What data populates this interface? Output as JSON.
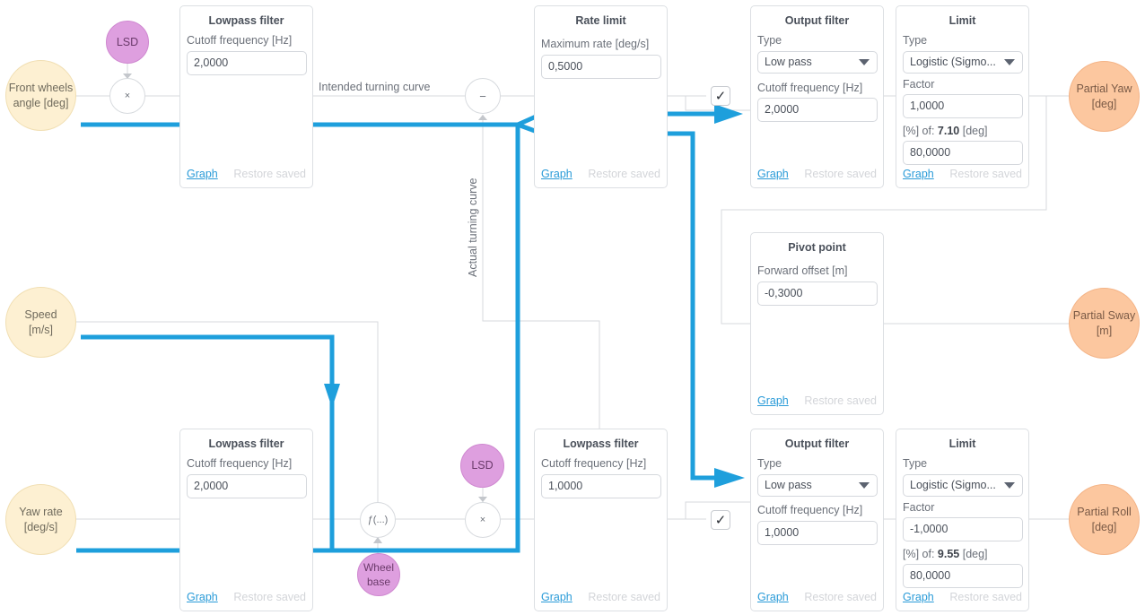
{
  "inputs": {
    "front_wheels": "Front wheels angle [deg]",
    "speed": "Speed [m/s]",
    "yaw_rate": "Yaw rate [deg/s]"
  },
  "outputs": {
    "partial_yaw": "Partial Yaw [deg]",
    "partial_sway": "Partial Sway [m]",
    "partial_roll": "Partial Roll [deg]"
  },
  "sources": {
    "lsd_top": "LSD",
    "lsd_bottom": "LSD",
    "wheel_base": "Wheel base"
  },
  "operators": {
    "multiply_top": "×",
    "subtract": "−",
    "function": "ƒ(...)",
    "multiply_bottom": "×"
  },
  "wire_labels": {
    "intended": "Intended turning curve",
    "actual": "Actual turning curve"
  },
  "common": {
    "graph": "Graph",
    "restore": "Restore saved",
    "check": "✓"
  },
  "lowpass_top": {
    "title": "Lowpass filter",
    "cutoff_label": "Cutoff frequency [Hz]",
    "cutoff_value": "2,0000"
  },
  "rate_limit": {
    "title": "Rate limit",
    "max_label": "Maximum rate [deg/s]",
    "max_value": "0,5000"
  },
  "output_filter_top": {
    "title": "Output filter",
    "type_label": "Type",
    "type_value": "Low pass",
    "cutoff_label": "Cutoff frequency [Hz]",
    "cutoff_value": "2,0000"
  },
  "limit_top": {
    "title": "Limit",
    "type_label": "Type",
    "type_value": "Logistic (Sigmo...",
    "factor_label": "Factor",
    "factor_value": "1,0000",
    "percent_prefix": "[%] of: ",
    "percent_value": "7.10",
    "percent_suffix": " [deg]",
    "percent_input": "80,0000"
  },
  "pivot": {
    "title": "Pivot point",
    "offset_label": "Forward offset [m]",
    "offset_value": "-0,3000"
  },
  "lowpass_bottom_left": {
    "title": "Lowpass filter",
    "cutoff_label": "Cutoff frequency [Hz]",
    "cutoff_value": "2,0000"
  },
  "lowpass_bottom_mid": {
    "title": "Lowpass filter",
    "cutoff_label": "Cutoff frequency [Hz]",
    "cutoff_value": "1,0000"
  },
  "output_filter_bottom": {
    "title": "Output filter",
    "type_label": "Type",
    "type_value": "Low pass",
    "cutoff_label": "Cutoff frequency [Hz]",
    "cutoff_value": "1,0000"
  },
  "limit_bottom": {
    "title": "Limit",
    "type_label": "Type",
    "type_value": "Logistic (Sigmo...",
    "factor_label": "Factor",
    "factor_value": "-1,0000",
    "percent_prefix": "[%] of: ",
    "percent_value": "9.55",
    "percent_suffix": " [deg]",
    "percent_input": "80,0000"
  },
  "colors": {
    "overlay_arrow": "#1e9fdc",
    "input_node": "#fdf0d2",
    "output_node": "#fcc79f",
    "source_node": "#de9fdf",
    "link": "#2a9bd8"
  }
}
